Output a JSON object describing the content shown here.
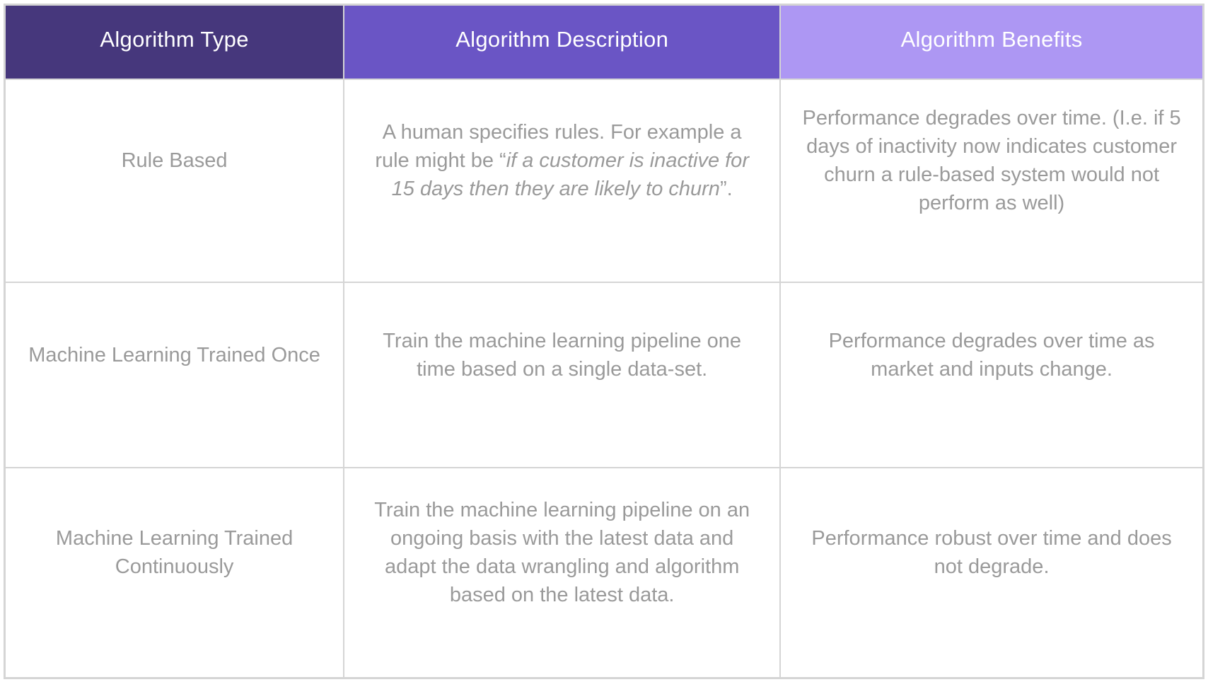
{
  "table": {
    "colors": {
      "header_type_bg": "#46377C",
      "header_description_bg": "#6A55C5",
      "header_benefits_bg": "#AD97F3",
      "header_text": "#FFFFFF",
      "body_text": "#9A9A9A",
      "border": "#D5D5D5",
      "cell_bg": "#FFFFFF"
    },
    "headers": [
      {
        "label": "Algorithm Type",
        "bg": "#46377C"
      },
      {
        "label": "Algorithm Description",
        "bg": "#6A55C5"
      },
      {
        "label": "Algorithm Benefits",
        "bg": "#AD97F3"
      }
    ],
    "rows": [
      {
        "type": "Rule Based",
        "description_parts": [
          "A human specifies rules. For example a rule might be “",
          "if a customer is inactive for 15 days then they are likely to churn",
          "”."
        ],
        "benefits": "Performance degrades over time. (I.e. if 5 days of inactivity now indicates customer churn a rule-based system would not perform as well)"
      },
      {
        "type": "Machine Learning Trained Once",
        "description_parts": [
          "Train the machine learning pipeline one time based on a single data-set.",
          "",
          ""
        ],
        "benefits": "Performance degrades over time as market and inputs change."
      },
      {
        "type": "Machine Learning Trained Continuously",
        "description_parts": [
          "Train the machine learning pipeline on an ongoing basis with the latest data and adapt the data wrangling and algorithm based on the latest data.",
          "",
          ""
        ],
        "benefits": "Performance robust over time and does not degrade."
      }
    ]
  }
}
